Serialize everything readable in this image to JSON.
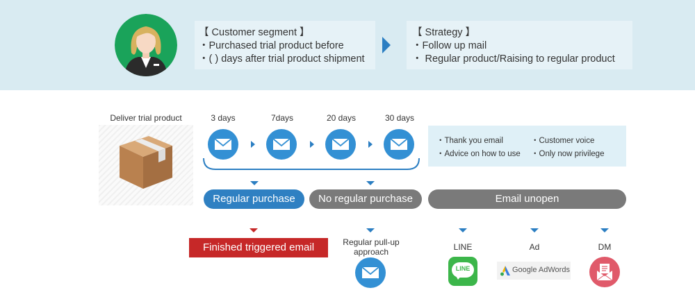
{
  "segment": {
    "title": "【 Customer segment 】",
    "line1": "・Purchased trial product before",
    "line2": "・( ) days after trial product shipment"
  },
  "strategy": {
    "title": "【 Strategy 】",
    "line1": "・Follow up mail",
    "line2": "・ Regular product/Raising to regular product"
  },
  "deliver_label": "Deliver trial product",
  "days": [
    "3 days",
    "7days",
    "20 days",
    "30 days"
  ],
  "email_types": [
    "・Thank you email",
    "・Customer voice",
    "・Advice on how to use",
    "・Only now privilege"
  ],
  "outcomes": {
    "regular": "Regular purchase",
    "no_regular": "No regular purchase",
    "unopen": "Email unopen"
  },
  "finished": "Finished triggered email",
  "pullup": "Regular pull-up approach",
  "channels": {
    "line": "LINE",
    "ad": "Ad",
    "dm": "DM",
    "line_logo_text": "LINE",
    "adwords_text": "Google AdWords"
  },
  "colors": {
    "blue": "#2f80c2",
    "gray": "#7a7a7a",
    "red": "#c62828",
    "banner": "#d9ebf2"
  }
}
